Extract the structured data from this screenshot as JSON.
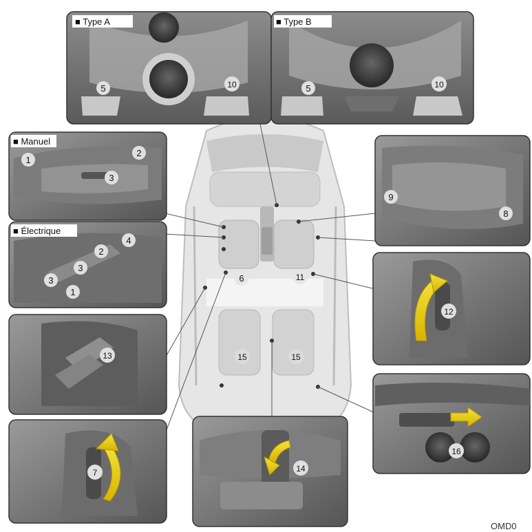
{
  "panels": {
    "type_a": {
      "label": "■ Type A",
      "callouts": [
        "5",
        "10"
      ]
    },
    "type_b": {
      "label": "■ Type B",
      "callouts": [
        "5",
        "10"
      ]
    },
    "manuel": {
      "label": "■ Manuel",
      "callouts": [
        "1",
        "2",
        "3"
      ]
    },
    "electrique": {
      "label": "■ Électrique",
      "callouts": [
        "1",
        "2",
        "3",
        "3",
        "4"
      ]
    },
    "lumbar_right": {
      "callouts": [
        "9",
        "8"
      ]
    },
    "recline_right": {
      "callouts": [
        "12"
      ]
    },
    "window_switch": {
      "callouts": [
        "13"
      ]
    },
    "recline_left": {
      "callouts": [
        "7"
      ]
    },
    "rear_seat": {
      "callouts": [
        "14"
      ]
    },
    "trunk_release": {
      "callouts": [
        "16"
      ]
    }
  },
  "car_callouts": [
    "6",
    "11",
    "15",
    "15"
  ],
  "footer_code": "OMD0"
}
